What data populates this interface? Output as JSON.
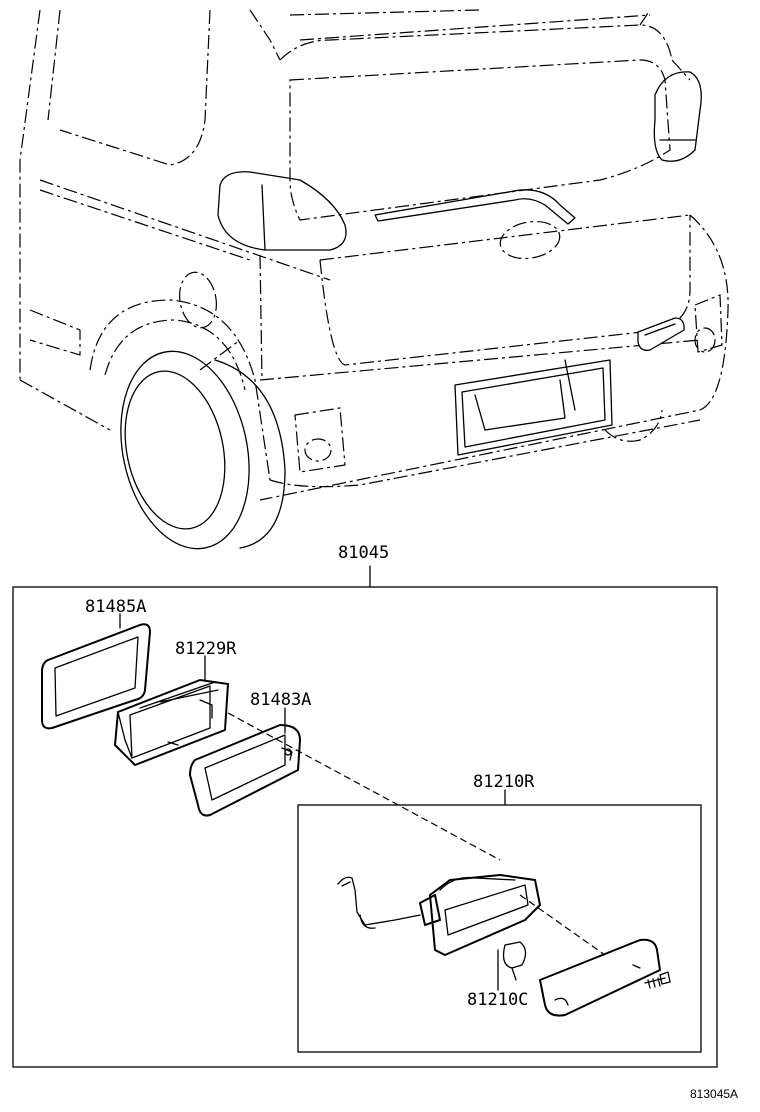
{
  "diagram": {
    "assembly_part": "81045",
    "sub_assembly_part": "81210R",
    "parts": [
      {
        "number": "81485A"
      },
      {
        "number": "81229R"
      },
      {
        "number": "81483A"
      },
      {
        "number": "81210C"
      }
    ],
    "figure_id": "813045A"
  }
}
